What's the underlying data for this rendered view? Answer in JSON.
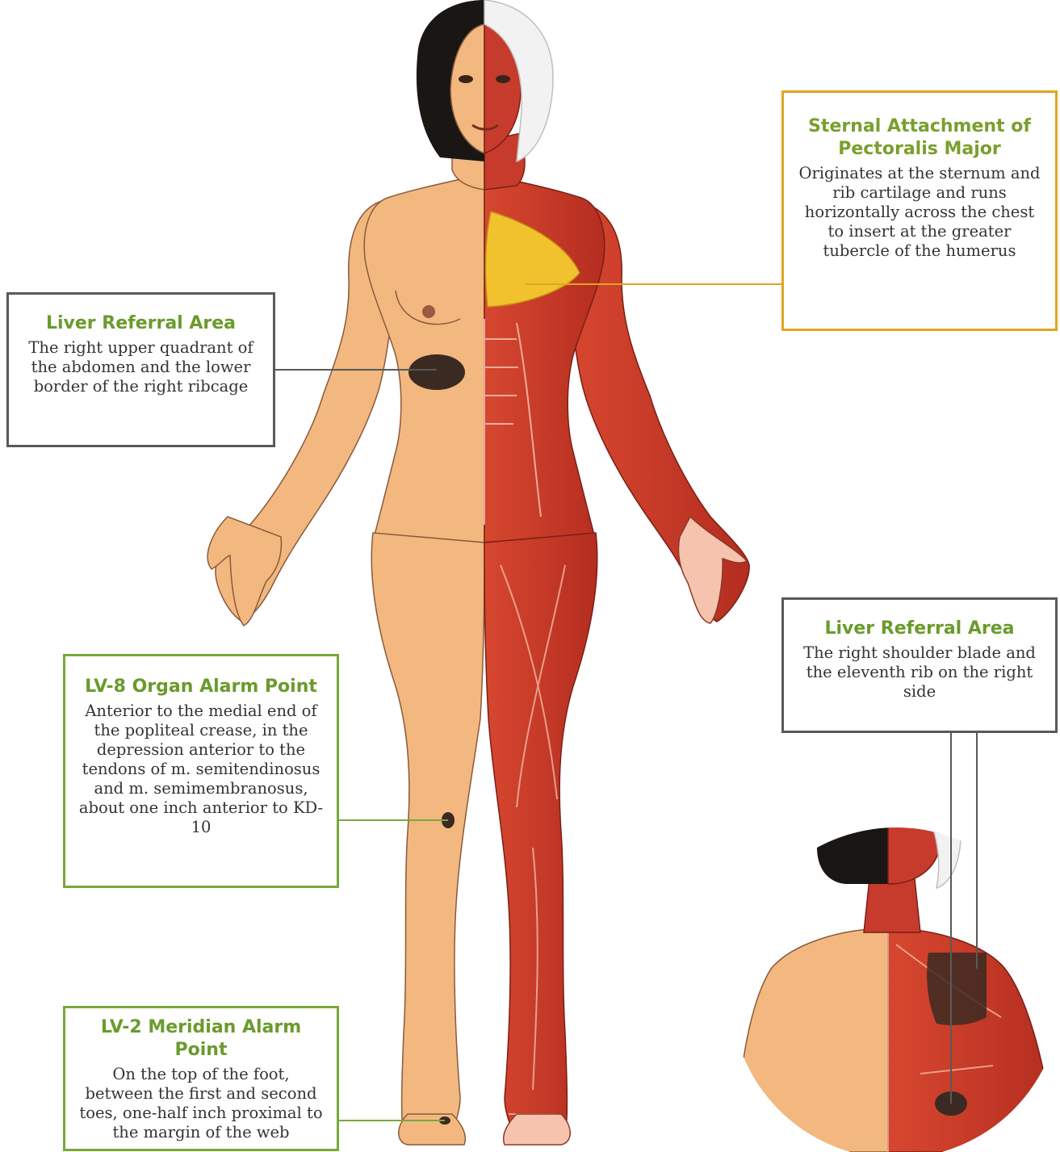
{
  "colors": {
    "skin": "#f2b880",
    "skin_shade": "#d98f58",
    "muscle": "#c73b2c",
    "muscle_dark": "#9c2318",
    "tendon": "#f5c9b5",
    "pectoralis": "#f2c12e",
    "hair": "#1a1614",
    "marker": "#3b2a22",
    "callout_gray": "#595959",
    "callout_green": "#79a83b",
    "callout_gold": "#e0a520",
    "title_green": "#6a9b2c"
  },
  "callouts": {
    "sternal": {
      "title": "Sternal Attachment of Pectoralis Major",
      "body": "Originates at the sternum and rib cartilage and runs horizontally across the chest to insert at the greater tubercle of the humerus"
    },
    "liver_front": {
      "title": "Liver Referral Area",
      "body": "The right upper quadrant of the abdomen and the lower border of the right ribcage"
    },
    "liver_back": {
      "title": "Liver Referral Area",
      "body": "The right shoulder blade and the eleventh rib on the right side"
    },
    "lv8": {
      "title": "LV-8 Organ Alarm Point",
      "body": "Anterior to the medial end of the popliteal crease, in the depression anterior to the tendons of m. semitendinosus and m. semimembranosus, about one inch anterior to KD-10"
    },
    "lv2": {
      "title": "LV-2 Meridian Alarm Point",
      "body": "On the top of the foot, between the first and second toes, one-half inch proximal to the margin of the web"
    }
  }
}
